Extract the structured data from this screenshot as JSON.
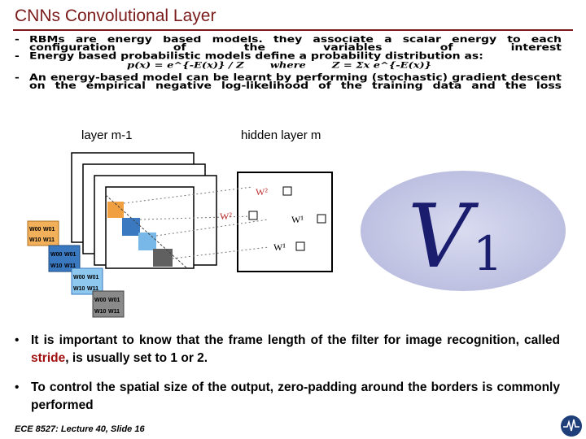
{
  "title": "CNNs Convolutional Layer",
  "top_bullets": [
    "RBMs are energy based models. they associate a scalar energy to each configuration of the variables of interest",
    "Energy based probabilistic models define a probability distribution as:",
    "An energy-based model can be learnt by performing (stochastic) gradient descent on the empirical negative log-likelihood of the training data and the loss"
  ],
  "formula": {
    "left": "p(x) = e^{-E(x)} / Z",
    "mid": "where",
    "right": "Z = Σx e^{-E(x)}"
  },
  "diagram": {
    "label_left": "layer m-1",
    "label_right": "hidden layer m",
    "weights": {
      "w2a": "W²",
      "w2b": "W²",
      "w1a": "W¹",
      "w1b": "W¹"
    },
    "kernel_labels": [
      "W00",
      "W01",
      "W10",
      "W11"
    ]
  },
  "v1_label": {
    "letter": "V",
    "sub": "1"
  },
  "bullets": [
    {
      "pre": "It is important to know that the frame length of the filter for image recognition, called ",
      "highlight": "stride",
      "post": ", is usually set to 1 or 2."
    },
    {
      "pre": "To control the spatial size of the output, zero-padding around the borders is commonly performed",
      "highlight": "",
      "post": ""
    }
  ],
  "footer": "ECE 8527: Lecture 40, Slide 16",
  "colors": {
    "title": "#7a1a1a",
    "highlight": "#a01010",
    "v1_bg": "#c9cbe6",
    "v1_text": "#1a1d6e"
  }
}
